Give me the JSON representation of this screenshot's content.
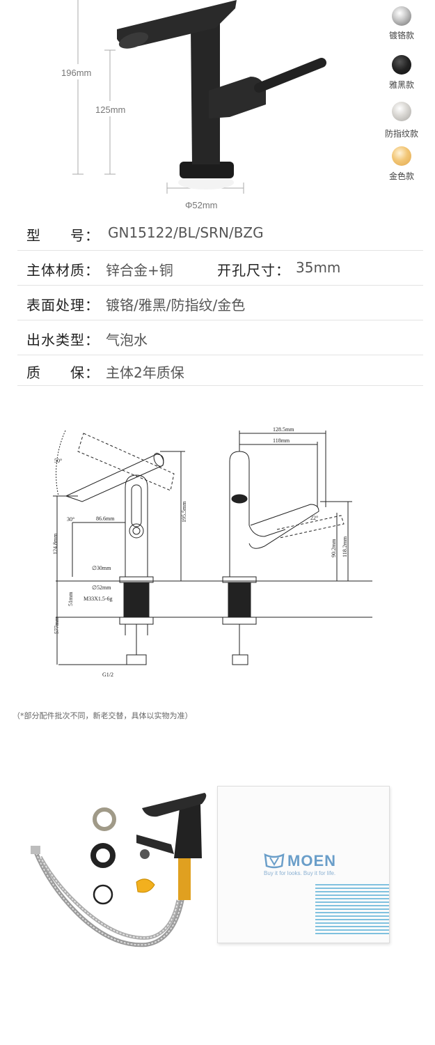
{
  "dimensions": {
    "total_height": "196mm",
    "spout_height": "125mm",
    "base_diameter": "Φ52mm"
  },
  "swatches": [
    {
      "label": "镀铬款",
      "color": "#c8c8c8"
    },
    {
      "label": "雅黑款",
      "color": "#222222"
    },
    {
      "label": "防指纹款",
      "color": "#d8d6d2"
    },
    {
      "label": "金色款",
      "color": "#f0c070"
    }
  ],
  "specs": {
    "model_label": "型　　号：",
    "model_value": "GN15122/BL/SRN/BZG",
    "material_label": "主体材质：",
    "material_value": "锌合金+铜",
    "hole_label": "开孔尺寸：",
    "hole_value": "35mm",
    "finish_label": "表面处理：",
    "finish_value": "镀铬/雅黑/防指纹/金色",
    "outlet_label": "出水类型：",
    "outlet_value": "气泡水",
    "warranty_label": "质　　保：",
    "warranty_value": "主体2年质保"
  },
  "drawing": {
    "angle_50": "50°",
    "angle_30": "30°",
    "len_86": "86.6mm",
    "h_195": "195.5mm",
    "h_124": "124.8mm",
    "d_30": "∅30mm",
    "d_52": "∅52mm",
    "thread": "M33X1.5-6g",
    "h_51": "51mm",
    "h_577": "577mm",
    "g12": "G1/2",
    "w_128": "128.5mm",
    "w_118": "118mm",
    "angle_22": "22°",
    "h_90": "90.2mm",
    "h_118": "118.2mm"
  },
  "note": "（*部分配件批次不同，新老交替，具体以实物为准）",
  "box": {
    "brand": "MOEN",
    "slogan": "Buy it for looks. Buy it for life."
  }
}
